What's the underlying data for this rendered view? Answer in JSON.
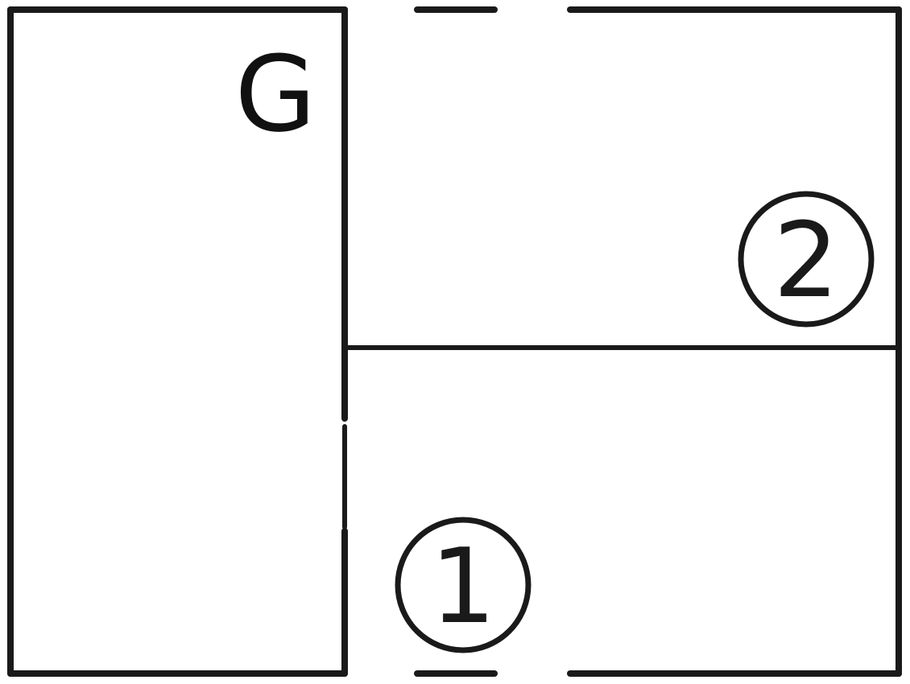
{
  "diagram": {
    "room_label": "G",
    "markers": [
      {
        "text": "1"
      },
      {
        "text": "2"
      }
    ]
  },
  "colors": {
    "line": "#1a1a1a",
    "background": "#ffffff"
  }
}
